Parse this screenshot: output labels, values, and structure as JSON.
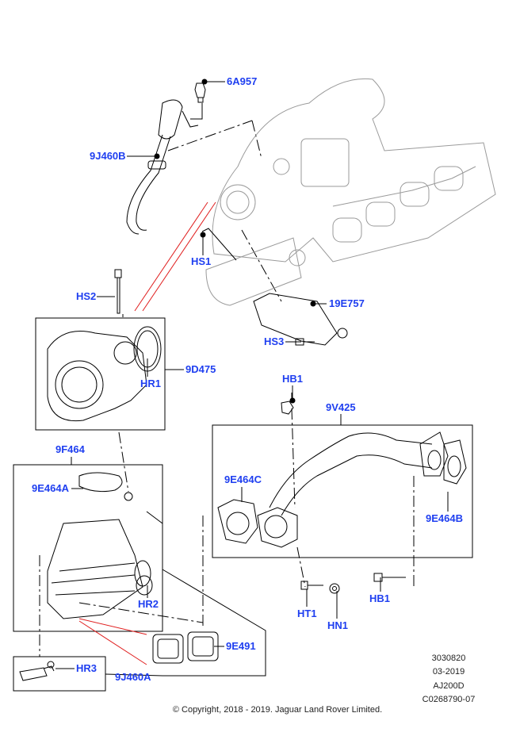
{
  "callouts": {
    "c6A957": "6A957",
    "c9J460B": "9J460B",
    "cHS1": "HS1",
    "c19E757": "19E757",
    "cHS2": "HS2",
    "c9D475": "9D475",
    "cHR1": "HR1",
    "cHS3": "HS3",
    "cHB1_top": "HB1",
    "c9V425": "9V425",
    "c9F464": "9F464",
    "c9E464A": "9E464A",
    "c9E464C": "9E464C",
    "c9E464B": "9E464B",
    "cHR2": "HR2",
    "cHT1": "HT1",
    "cHN1": "HN1",
    "cHB1_bottom": "HB1",
    "c9E491": "9E491",
    "cHR3": "HR3",
    "c9J460A": "9J460A"
  },
  "reference": {
    "number": "3030820",
    "date": "03-2019",
    "engine": "AJ200D",
    "code": "C0268790-07"
  },
  "copyright": "© Copyright, 2018 - 2019. Jaguar Land Rover Limited.",
  "colors": {
    "callout": "#1f3ff0",
    "leader_red": "#e02020",
    "line": "#000000",
    "faded_line": "#9a9a9a"
  }
}
